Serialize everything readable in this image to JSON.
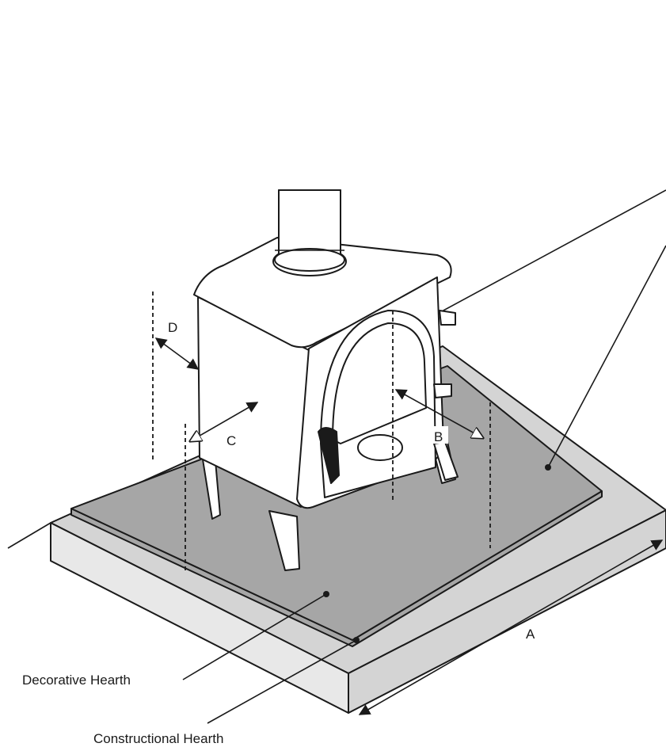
{
  "labels": {
    "a": "A",
    "b": "B",
    "c": "C",
    "d": "D",
    "decorative_hearth": "Decorative Hearth",
    "constructional_hearth": "Constructional Hearth"
  },
  "colors": {
    "constructional_top": "#d4d4d4",
    "constructional_side": "#e8e8e8",
    "decorative_hearth": "#a6a6a6",
    "stove_body": "#ffffff",
    "outline": "#1a1a1a"
  }
}
